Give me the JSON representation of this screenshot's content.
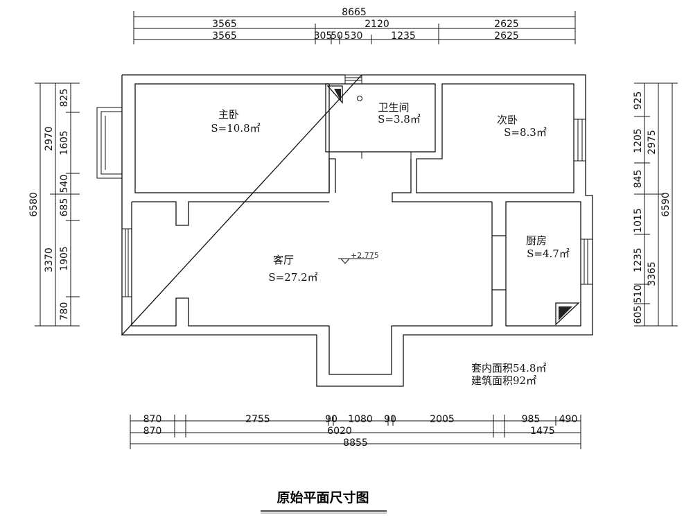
{
  "top_dims": {
    "total": "8665",
    "row2": [
      "3565",
      "2120",
      "2625"
    ],
    "row3": [
      "3565",
      "305",
      "50",
      "530",
      "1235",
      "2625"
    ]
  },
  "bottom_dims": {
    "row1": [
      "870",
      "2755",
      "90",
      "1080",
      "90",
      "2005",
      "985",
      "490"
    ],
    "row2": [
      "870",
      "6020",
      "1475"
    ],
    "total": "8855"
  },
  "left_dims": {
    "total": "6580",
    "mid": [
      "2970",
      "3370"
    ],
    "inner": [
      "825",
      "1605",
      "540",
      "685",
      "1905",
      "780"
    ]
  },
  "right_dims": {
    "total": "6590",
    "mid": [
      "2975",
      "3365"
    ],
    "inner": [
      "925",
      "1205",
      "845",
      "1015",
      "1235",
      "510",
      "605"
    ]
  },
  "rooms": {
    "master": {
      "name": "主卧",
      "area": "S=10.8㎡"
    },
    "bath": {
      "name": "卫生间",
      "area": "S=3.8㎡"
    },
    "second": {
      "name": "次卧",
      "area": "S=8.3㎡"
    },
    "living": {
      "name": "客厅",
      "area": "S=27.2㎡"
    },
    "kitchen": {
      "name": "厨房",
      "area": "S=4.7㎡"
    }
  },
  "level_mark": "+2.775",
  "summary": {
    "inner_area": "套内面积54.8㎡",
    "build_area": "建筑面积92㎡"
  },
  "title": "原始平面尺寸图"
}
